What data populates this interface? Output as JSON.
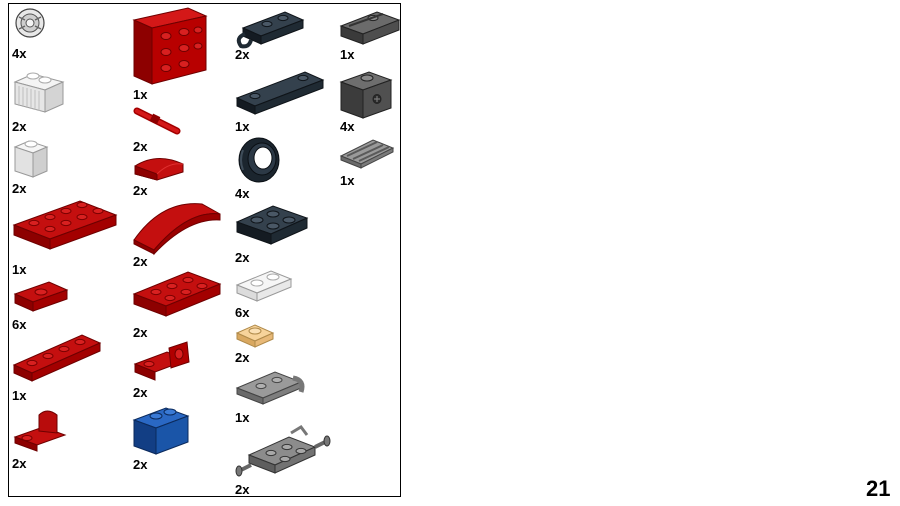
{
  "page_number": "21",
  "colors": {
    "red": "#b40000",
    "red_dark": "#7a0000",
    "red_light": "#d61a1a",
    "black": "#1f2a33",
    "black_light": "#3a4753",
    "gray": "#555555",
    "gray_light": "#7a7a7a",
    "light_gray": "#8a8a8a",
    "white": "#eeeeee",
    "tan": "#f2c98a",
    "blue": "#1550a8"
  },
  "parts": [
    {
      "qty": "4x",
      "icon": "wheel-hub-icon"
    },
    {
      "qty": "2x",
      "icon": "white-grille-brick-icon"
    },
    {
      "qty": "2x",
      "icon": "white-brick-1x1-icon"
    },
    {
      "qty": "1x",
      "icon": "red-plate-2x4-icon"
    },
    {
      "qty": "6x",
      "icon": "red-plate-1x2-jumper-icon"
    },
    {
      "qty": "1x",
      "icon": "red-plate-1x4-icon"
    },
    {
      "qty": "2x",
      "icon": "red-bracket-icon"
    },
    {
      "qty": "1x",
      "icon": "red-bracket-2x4-icon"
    },
    {
      "qty": "2x",
      "icon": "red-bar-clip-icon"
    },
    {
      "qty": "2x",
      "icon": "red-curved-slope-icon"
    },
    {
      "qty": "2x",
      "icon": "red-arch-slope-icon"
    },
    {
      "qty": "2x",
      "icon": "red-plate-2x3-icon"
    },
    {
      "qty": "2x",
      "icon": "red-bracket-side-icon"
    },
    {
      "qty": "2x",
      "icon": "blue-brick-1x2-icon"
    },
    {
      "qty": "2x",
      "icon": "black-clip-plate-icon"
    },
    {
      "qty": "1x",
      "icon": "black-plate-1x4-icon"
    },
    {
      "qty": "4x",
      "icon": "black-tire-icon"
    },
    {
      "qty": "2x",
      "icon": "black-plate-2x2-icon"
    },
    {
      "qty": "6x",
      "icon": "white-plate-1x2-icon"
    },
    {
      "qty": "2x",
      "icon": "tan-plate-1x1-icon"
    },
    {
      "qty": "1x",
      "icon": "gray-wheel-holder-icon"
    },
    {
      "qty": "2x",
      "icon": "gray-axle-plate-icon"
    },
    {
      "qty": "1x",
      "icon": "dark-gray-rail-plate-icon"
    },
    {
      "qty": "4x",
      "icon": "dark-gray-technic-brick-icon"
    },
    {
      "qty": "1x",
      "icon": "gray-grille-tile-icon"
    }
  ]
}
